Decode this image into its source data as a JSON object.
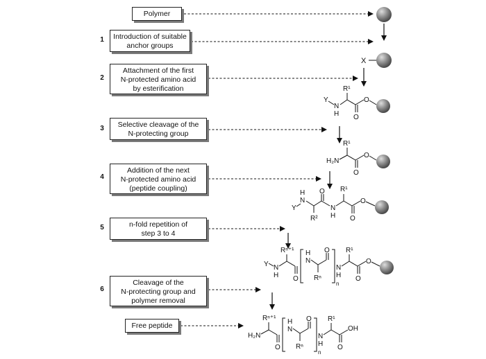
{
  "steps": [
    {
      "number": "",
      "lines": [
        "Polymer"
      ]
    },
    {
      "number": "1",
      "lines": [
        "Introduction of suitable",
        "anchor groups"
      ]
    },
    {
      "number": "2",
      "lines": [
        "Attachment of the first",
        "N-protected amino acid",
        "by esterification"
      ]
    },
    {
      "number": "3",
      "lines": [
        "Selective cleavage of the",
        "N-protecting group"
      ]
    },
    {
      "number": "4",
      "lines": [
        "Addition of the next",
        "N-protected amino acid",
        "(peptide coupling)"
      ]
    },
    {
      "number": "5",
      "lines": [
        "n-fold repetition of",
        "step 3 to 4"
      ]
    },
    {
      "number": "6",
      "lines": [
        "Cleavage of the",
        "N-protecting group and",
        "polymer removal"
      ]
    },
    {
      "number": "",
      "lines": [
        "Free peptide"
      ]
    }
  ],
  "structure_labels": {
    "anchor": "X",
    "protecting_group": "Y",
    "nh_n": "N",
    "nh_h": "H",
    "carbonyl_o": "O",
    "ester_o": "O",
    "amine": "H₂N",
    "acid": "OH",
    "r1": "R¹",
    "r2": "R²",
    "rn": "Rⁿ",
    "rn1": "Rⁿ⁺¹",
    "subscript_n": "n"
  },
  "colors": {
    "bead": "#7a7a7a",
    "bead_highlight": "#d6d6d6",
    "ink": "#111111",
    "shadow": "#7a7a7a"
  }
}
